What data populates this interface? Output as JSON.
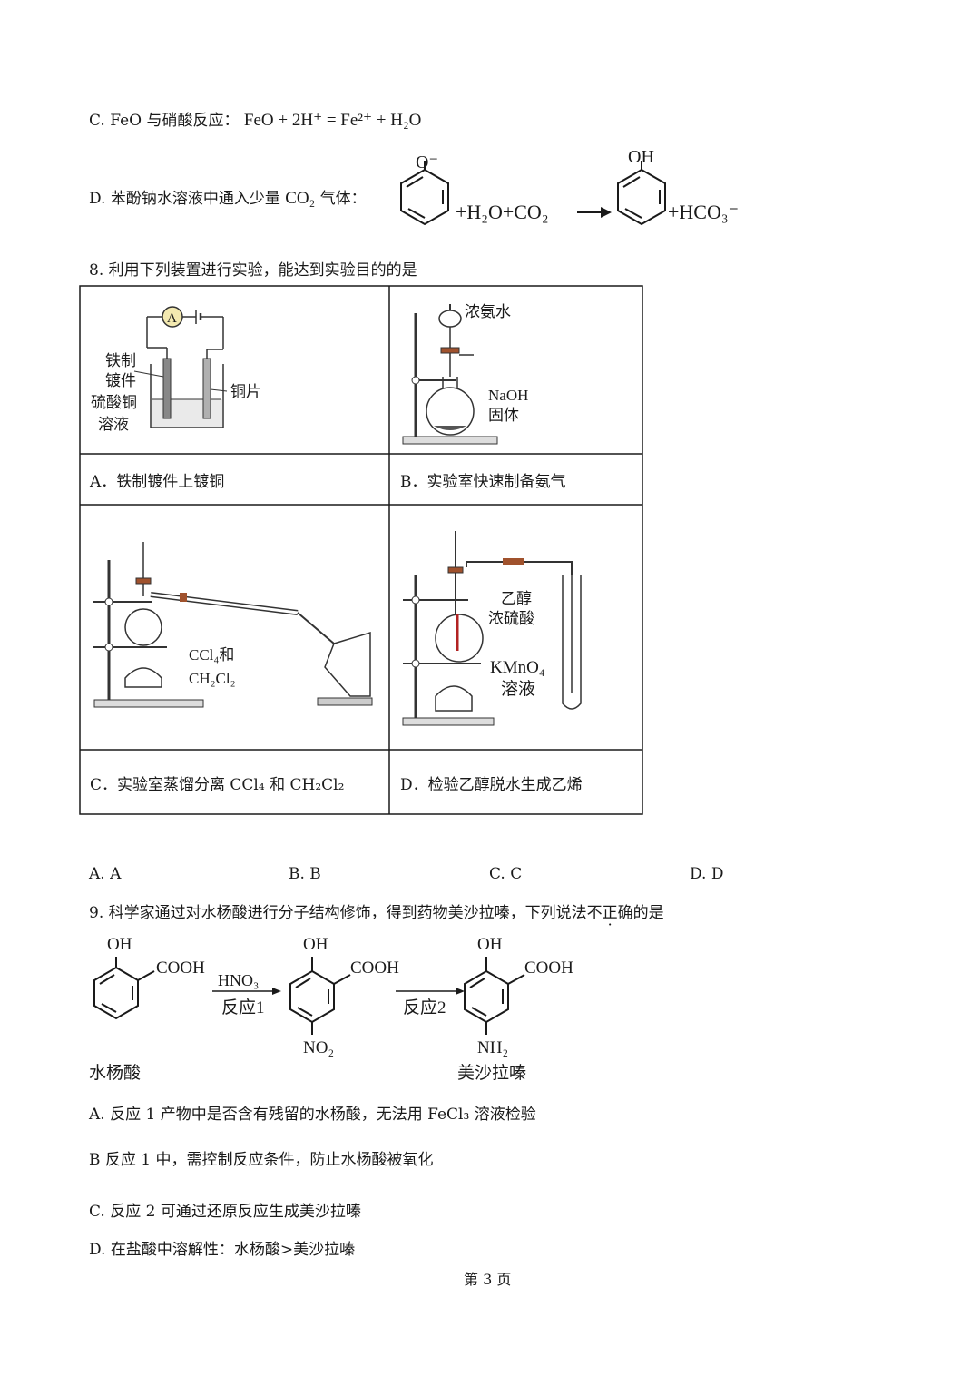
{
  "q7": {
    "c_prefix": "C.",
    "c_text": "FeO 与硝酸反应：",
    "c_formula": "FeO + 2H⁺ = Fe²⁺ + H₂O",
    "d_prefix": "D.",
    "d_text": "苯酚钠水溶液中通入少量",
    "d_co2": "CO₂",
    "d_gas": "气体：",
    "phenoxide_label": "O⁻",
    "phenol_label": "OH",
    "plus_h2o_co2": "+H₂O+CO₂",
    "plus_hco3": "+HCO₃⁻"
  },
  "q8": {
    "stem": "8. 利用下列装置进行实验，能达到实验目的的是",
    "fig_a": {
      "ammeter": "A",
      "iron_label_1": "铁制",
      "iron_label_2": "镀件",
      "copper_sulfate_1": "硫酸铜",
      "copper_sulfate_2": "溶液",
      "copper_plate": "铜片"
    },
    "fig_b": {
      "ammonia_water": "浓氨水",
      "naoh_1": "NaOH",
      "naoh_2": "固体"
    },
    "fig_c": {
      "ccl4": "CCl₄和",
      "ch2cl2": "CH₂Cl₂"
    },
    "fig_d": {
      "ethanol": "乙醇",
      "sulfuric": "浓硫酸",
      "kmno4": "KMnO₄",
      "solution": "溶液"
    },
    "cell_a": "A．铁制镀件上镀铜",
    "cell_b": "B．实验室快速制备氨气",
    "cell_c": "C．实验室蒸馏分离 CCl₄ 和 CH₂Cl₂",
    "cell_d": "D．检验乙醇脱水生成乙烯",
    "choices": [
      "A. A",
      "B. B",
      "C. C",
      "D. D"
    ]
  },
  "q9": {
    "stem_main": "9. 科学家通过对水杨酸进行分子结构修饰，得到药物美沙拉嗪，下列说法",
    "stem_emph": "不正确",
    "stem_end": "的是",
    "oh": "OH",
    "cooh": "COOH",
    "hno3": "HNO₃",
    "reaction1": "反应1",
    "reaction2": "反应2",
    "no2": "NO₂",
    "nh2": "NH₂",
    "salicylic": "水杨酸",
    "mesalazine": "美沙拉嗪",
    "opt_a": "A. 反应 1 产物中是否含有残留的水杨酸，无法用 FeCl₃ 溶液检验",
    "opt_b": "B  反应 1 中，需控制反应条件，防止水杨酸被氧化",
    "opt_c": "C. 反应 2 可通过还原反应生成美沙拉嗪",
    "opt_d": "D. 在盐酸中溶解性：水杨酸>美沙拉嗪"
  },
  "footer": {
    "page": "第 3 页"
  }
}
